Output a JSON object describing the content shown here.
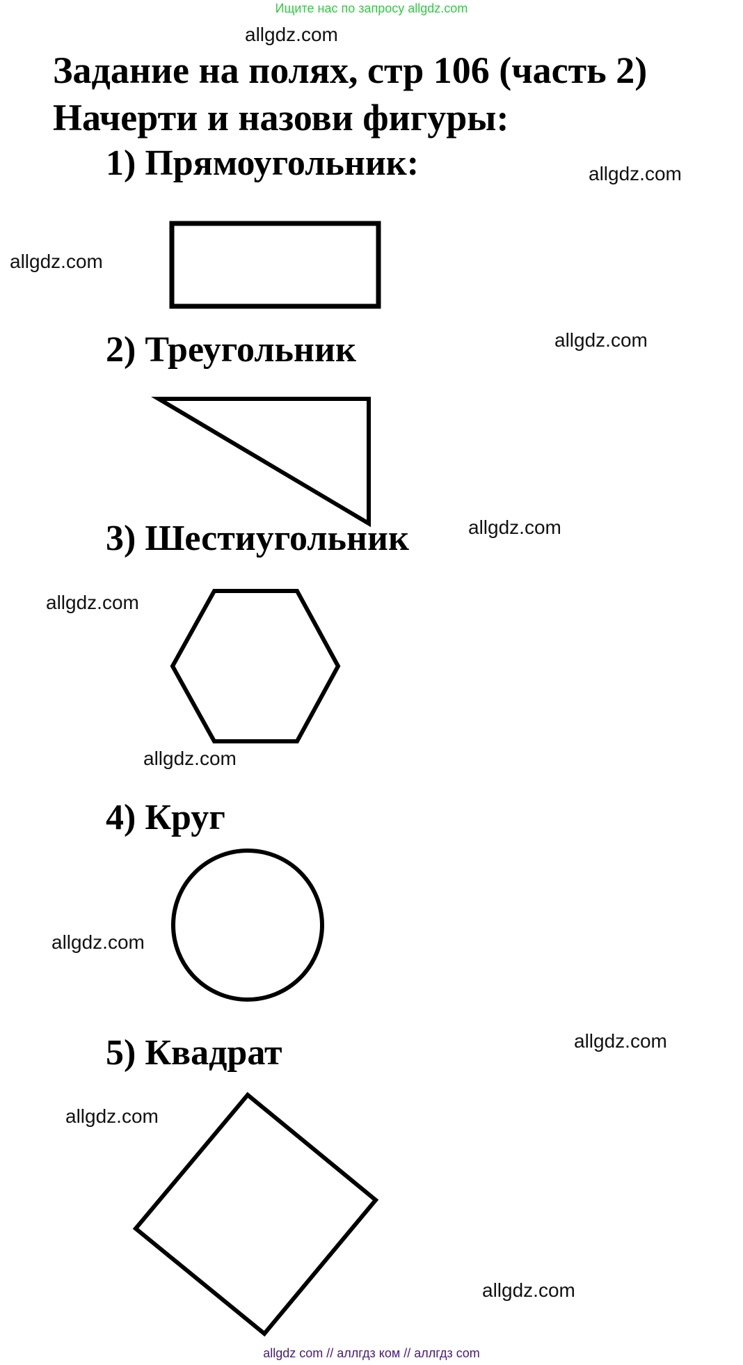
{
  "banner": {
    "text": "Ищите нас по запросу allgdz.com",
    "color": "#2ecc40"
  },
  "title": {
    "line1": "Задание на полях, стр 106 (часть 2)",
    "line2": "Начерти и назови фигуры:"
  },
  "items": [
    {
      "label": "1)  Прямоугольник:",
      "shape": "rectangle"
    },
    {
      "label": "2)  Треугольник",
      "shape": "right-triangle"
    },
    {
      "label": "3)  Шестиугольник",
      "shape": "hexagon"
    },
    {
      "label": "4)  Круг",
      "shape": "circle"
    },
    {
      "label": "5)  Квадрат",
      "shape": "square-rotated"
    }
  ],
  "watermarks": [
    "allgdz.com",
    "allgdz.com",
    "allgdz.com",
    "allgdz.com",
    "allgdz.com",
    "allgdz.com",
    "allgdz.com",
    "allgdz.com",
    "allgdz.com",
    "allgdz.com"
  ],
  "footer": {
    "text": "allgdz com  //  аллгдз ком  //  аллгдз com",
    "color": "#4b1a7a"
  }
}
